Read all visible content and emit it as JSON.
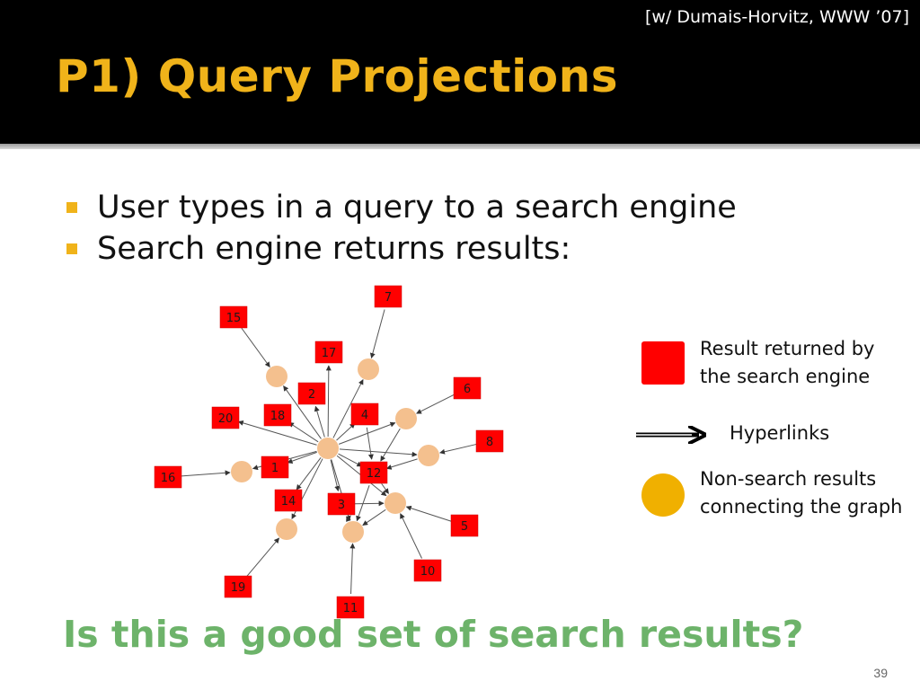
{
  "citation": "[w/ Dumais-Horvitz, WWW ’07]",
  "title": "P1) Query Projections",
  "bullets": [
    "User types in a query to a search engine",
    "Search engine returns results:"
  ],
  "legend": {
    "result": "Result returned by\nthe search engine",
    "hyperlinks": "Hyperlinks",
    "non_search": "Non-search results\nconnecting the graph"
  },
  "question": "Is this a good set of search results?",
  "slide_number": "39",
  "colors": {
    "header_bg": "#000000",
    "title": "#f0b31a",
    "result_node": "#ff0000",
    "connector_node": "#f4c08e",
    "legend_connector": "#f0b000",
    "question": "#6db36a"
  },
  "graph": {
    "result_nodes": [
      "15",
      "7",
      "17",
      "2",
      "6",
      "18",
      "4",
      "20",
      "8",
      "1",
      "12",
      "16",
      "14",
      "3",
      "5",
      "10",
      "19",
      "11"
    ]
  }
}
